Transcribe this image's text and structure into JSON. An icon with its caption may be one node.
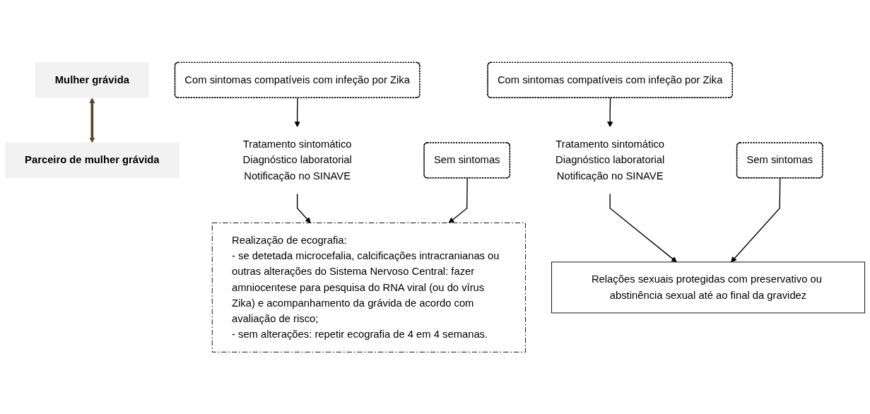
{
  "diagram": {
    "nodes": [
      {
        "text": [
          "Mulher grávida"
        ]
      },
      {
        "text": [
          "Parceiro de mulher grávida"
        ]
      },
      {
        "text": [
          "Com sintomas compatíveis com infeção por Zika"
        ]
      },
      {
        "text": [
          "Sem sintomas"
        ]
      },
      {
        "text": [
          "Tratamento sintomático",
          "Diagnóstico laboratorial",
          "Notificação no SINAVE"
        ]
      },
      {
        "text": [
          "Com sintomas compatíveis com infeção por Zika"
        ]
      },
      {
        "text": [
          "Sem sintomas"
        ]
      },
      {
        "text": [
          "Tratamento sintomático",
          "Diagnóstico laboratorial",
          "Notificação no SINAVE"
        ]
      },
      {
        "text": [
          "Realização de ecografia:",
          "- se detetada microcefalia, calcificações intracranianas ou outras alterações do Sistema Nervoso Central: fazer amniocentese para pesquisa do RNA viral (ou do vírus Zika) e acompanhamento da grávida de acordo com avaliação de risco;",
          "- sem alterações: repetir ecografia de 4 em 4 semanas."
        ]
      },
      {
        "text": [
          "Relações sexuais protegidas com preservativo ou abstinência sexual até ao final da gravidez"
        ]
      }
    ],
    "edges": [
      {
        "from": 0,
        "to": 1,
        "arrow": "both",
        "style": "thick",
        "color": "#4f4a2e"
      },
      {
        "from": 2,
        "to": 4,
        "arrow": "to"
      },
      {
        "from": 4,
        "to": 8,
        "arrow": "to"
      },
      {
        "from": 3,
        "to": 8,
        "arrow": "to"
      },
      {
        "from": 5,
        "to": 7,
        "arrow": "to"
      },
      {
        "from": 7,
        "to": 9,
        "arrow": "to"
      },
      {
        "from": 6,
        "to": 9,
        "arrow": "to"
      }
    ]
  }
}
